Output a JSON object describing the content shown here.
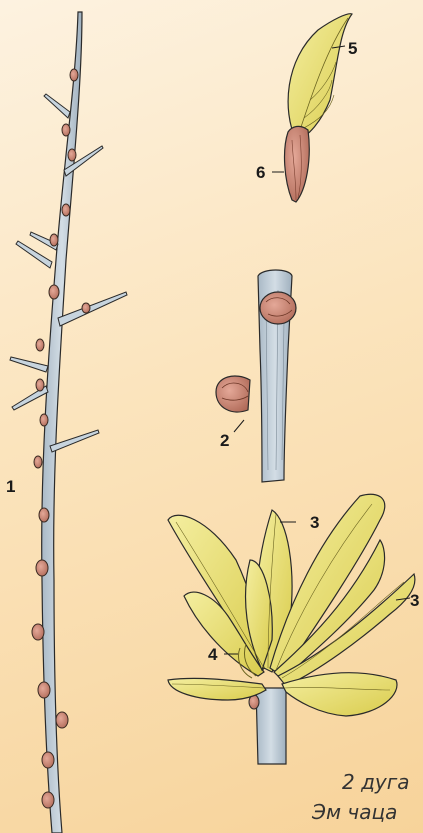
{
  "labels": {
    "twig": "1",
    "bud": "2",
    "leaves_a": "3",
    "leaves_b": "3",
    "bud_scale": "4",
    "young_leaf": "5",
    "leaf_base": "6"
  },
  "caption": {
    "line1": "2 дуга",
    "line2": "Эм чаца"
  },
  "colors": {
    "background_top": "#fdf2e0",
    "background_bottom": "#f7d39a",
    "stem": "#c7d4de",
    "bud": "#c98a78",
    "leaf": "#ece482"
  }
}
